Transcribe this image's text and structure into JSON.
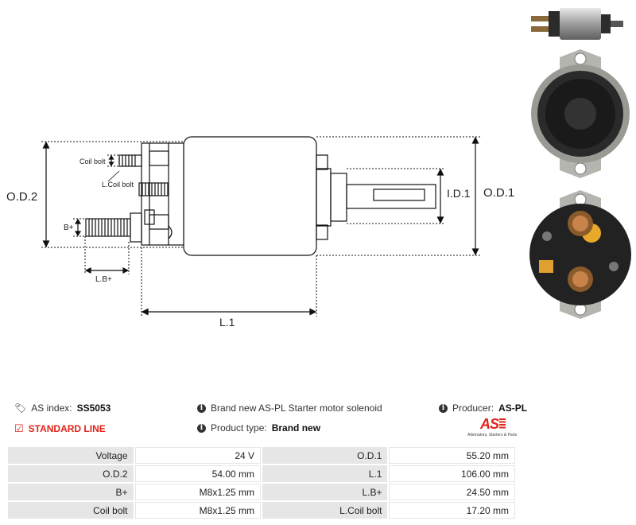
{
  "drawing": {
    "labels": {
      "od2": "O.D.2",
      "od1": "O.D.1",
      "id1": "I.D.1",
      "l1": "L.1",
      "bplus": "B+",
      "lbplus": "L.B+",
      "coil_bolt": "Coil bolt",
      "l_coil_bolt": "L.Coil bolt"
    }
  },
  "info": {
    "index_label": "AS index:",
    "index_value": "SS5053",
    "line": "STANDARD LINE",
    "description": "Brand new AS-PL Starter motor solenoid",
    "product_type_label": "Product type:",
    "product_type_value": "Brand new",
    "producer_label": "Producer:",
    "producer_value": "AS-PL",
    "logo_text": "AS",
    "logo_tagline": "Alternators, Starters & Parts"
  },
  "colors": {
    "accent": "#e2231a",
    "key_bg": "#e6e6e6"
  },
  "specs": [
    [
      {
        "k": "Voltage",
        "v": "24 V"
      },
      {
        "k": "O.D.1",
        "v": "55.20 mm"
      }
    ],
    [
      {
        "k": "O.D.2",
        "v": "54.00 mm"
      },
      {
        "k": "L.1",
        "v": "106.00 mm"
      }
    ],
    [
      {
        "k": "B+",
        "v": "M8x1.25 mm"
      },
      {
        "k": "L.B+",
        "v": "24.50 mm"
      }
    ],
    [
      {
        "k": "Coil bolt",
        "v": "M8x1.25 mm"
      },
      {
        "k": "L.Coil bolt",
        "v": "17.20 mm"
      }
    ]
  ]
}
